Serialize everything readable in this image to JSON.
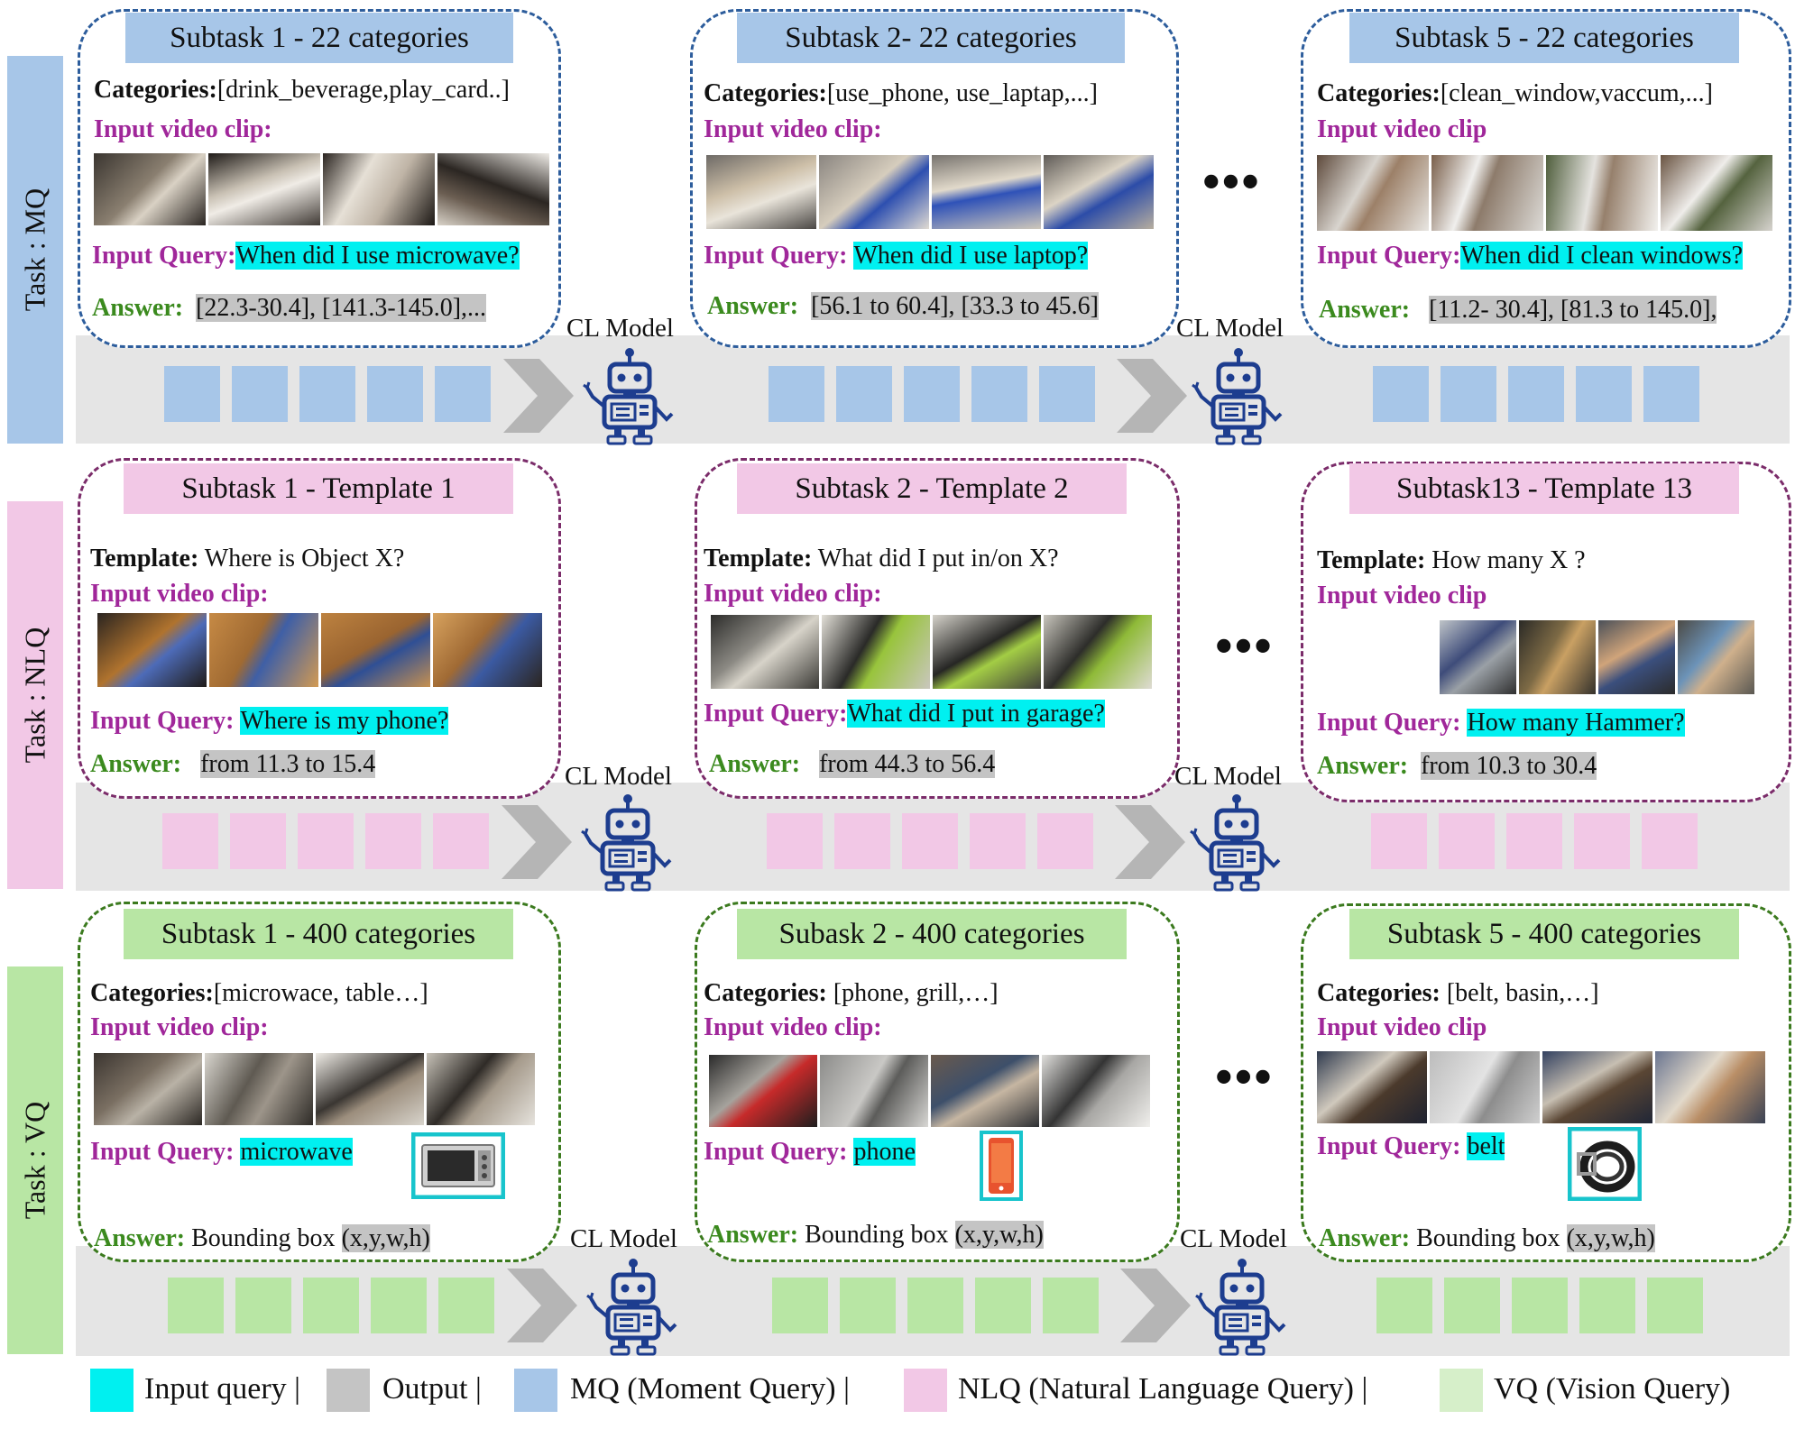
{
  "colors": {
    "mq": "#a7c6e8",
    "mq_border": "#2d5d9c",
    "nlq": "#f2c8e6",
    "nlq_border": "#7b2c6a",
    "vq": "#b8e6a4",
    "vq_border": "#3b7a1e",
    "input_query": "#00f0f0",
    "output": "#c4c4c4",
    "band": "#e5e5e5",
    "arrow": "#b5b5b5",
    "robot": "#1d3d8f"
  },
  "common": {
    "cl_model": "CL Model",
    "ellipsis": "•••"
  },
  "tasks": {
    "mq": {
      "label": "Task : MQ",
      "cards": [
        {
          "title": "Subtask  1 - 22 categories",
          "l1_label": "Categories:",
          "l1_value": "[drink_beverage,play_card..]",
          "clip_label": "Input video clip:",
          "query_label": "Input Query:",
          "query_value": "When did I use microwave?",
          "answer_label": "Answer:",
          "answer_value": "[22.3-30.4], [141.3-145.0],..."
        },
        {
          "title": "Subtask  2- 22 categories",
          "l1_label": "Categories:",
          "l1_value": "[use_phone, use_laptap,...]",
          "clip_label": "Input video clip:",
          "query_label": "Input Query:",
          "query_value": "When did I use laptop?",
          "answer_label": "Answer:",
          "answer_value": "[56.1 to 60.4], [33.3 to 45.6]"
        },
        {
          "title": "Subtask  5 - 22 categories",
          "l1_label": "Categories:",
          "l1_value": "[clean_window,vaccum,...]",
          "clip_label": "Input video clip",
          "query_label": "Input Query:",
          "query_value": "When did I clean windows?",
          "answer_label": "Answer:",
          "answer_value": "[11.2- 30.4], [81.3 to 145.0],"
        }
      ]
    },
    "nlq": {
      "label": "Task : NLQ",
      "cards": [
        {
          "title": "Subtask  1 - Template  1",
          "l1_label": "Template:",
          "l1_value": " Where  is Object X?",
          "clip_label": "Input  video clip:",
          "query_label": "Input  Query:",
          "query_value": "Where  is my  phone?",
          "answer_label": "Answer:",
          "answer_value": "from 11.3 to 15.4"
        },
        {
          "title": "Subtask  2 - Template  2",
          "l1_label": "Template:",
          "l1_value": " What  did  I  put  in/on  X?",
          "clip_label": "Input  video clip:",
          "query_label": "Input  Query:",
          "query_value": "What  did  I  put  in  garage?",
          "answer_label": "Answer:",
          "answer_value": "from 44.3 to 56.4"
        },
        {
          "title": "Subtask13  - Template  13",
          "l1_label": "Template:",
          "l1_value": " How many X ?",
          "clip_label": "Input  video clip",
          "query_label": "Input  Query:",
          "query_value": "How many  Hammer?",
          "answer_label": "Answer:",
          "answer_value": "from 10.3 to 30.4"
        }
      ]
    },
    "vq": {
      "label": "Task : VQ",
      "cards": [
        {
          "title": "Subtask  1 - 400 categories",
          "l1_label": "Categories:",
          "l1_value": "[microwace,  table…]",
          "clip_label": "Input  video clip:",
          "query_label": "Input  Query:",
          "query_value": "microwave",
          "query_object": "microwave",
          "answer_label": "Answer:",
          "answer_text": " Bounding  box ",
          "answer_value": "(x,y,w,h)"
        },
        {
          "title": "Subask  2 - 400 categories",
          "l1_label": "Categories:",
          "l1_value": " [phone,  grill,…]",
          "clip_label": "Input  video clip:",
          "query_label": "Input  Query:",
          "query_value": "phone",
          "query_object": "phone",
          "answer_label": "Answer:",
          "answer_text": " Bounding  box ",
          "answer_value": "(x,y,w,h)"
        },
        {
          "title": "Subtask  5 - 400 categories",
          "l1_label": "Categories:",
          "l1_value": " [belt,  basin,…]",
          "clip_label": "Input  video clip",
          "query_label": "Input  Query:",
          "query_value": "belt",
          "query_object": "belt",
          "answer_label": "Answer:",
          "answer_text": " Bounding  box ",
          "answer_value": "(x,y,w,h)"
        }
      ]
    }
  },
  "legend": [
    {
      "label": "Input query |",
      "color": "#00f0f0"
    },
    {
      "label": "Output |",
      "color": "#c4c4c4"
    },
    {
      "label": "MQ (Moment Query) |",
      "color": "#a7c6e8"
    },
    {
      "label": "NLQ (Natural  Language  Query) |",
      "color": "#f2c8e6"
    },
    {
      "label": "VQ (Vision Query)",
      "color": "#d6efc9"
    }
  ]
}
